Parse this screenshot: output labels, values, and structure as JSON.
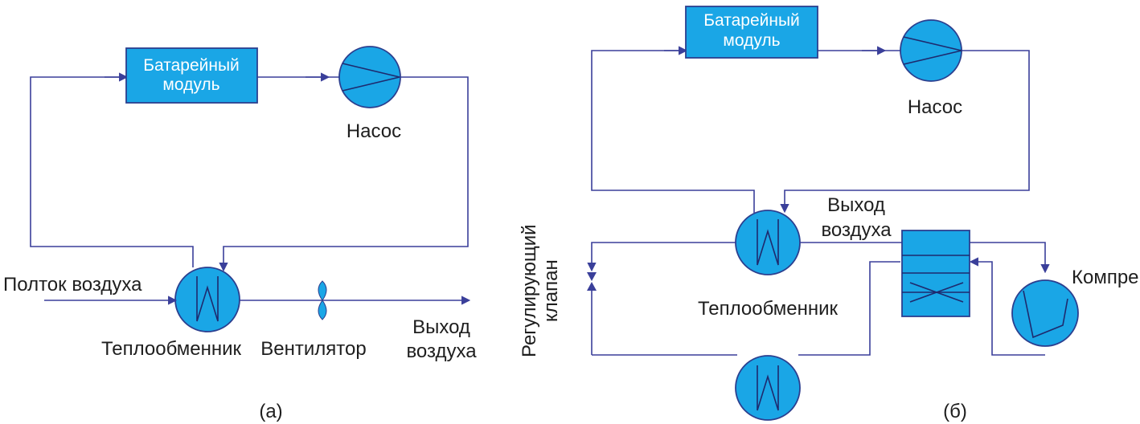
{
  "colors": {
    "component_fill": "#1aa6e6",
    "component_stroke": "#2b3f8f",
    "pipe": "#3a3f9a"
  },
  "left": {
    "battery_module": [
      "Батарейный",
      "модуль"
    ],
    "pump": "Насос",
    "heat_exchanger": "Теплообменник",
    "fan": "Вентилятор",
    "air_in": "Полток воздуха",
    "air_out": [
      "Выход",
      "воздуха"
    ],
    "caption": "(а)"
  },
  "right": {
    "battery_module": [
      "Батарейный",
      "модуль"
    ],
    "pump": "Насос",
    "heat_exchanger": "Теплообменник",
    "air_out": [
      "Выход",
      "воздуха"
    ],
    "control_valve": [
      "Регулирующий",
      "клапан"
    ],
    "compressor": "Компре",
    "caption": "(б)"
  }
}
